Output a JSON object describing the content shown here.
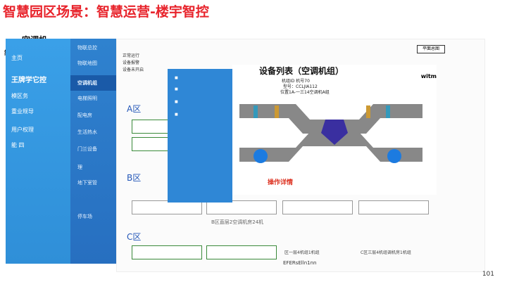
{
  "title": {
    "main": "智慧园区场景：智慧运营-楼宇智控",
    "sub1": "-空调机",
    "sub2": "组"
  },
  "left_panel": {
    "items": [
      "主页",
      "王牌学它控",
      "模区务",
      "重业规导",
      "用户权理",
      "能 四"
    ]
  },
  "nav_panel": {
    "items": [
      "物联总控",
      "物联地图",
      "空调机组",
      "电梯照明",
      "配电房",
      "生活热水",
      "门兰设备",
      "理",
      "地下室管",
      "停车场"
    ]
  },
  "legend": [
    "正常运行",
    "设备报警",
    "设备未开启"
  ],
  "zones": [
    "A区",
    "B区",
    "C区"
  ],
  "cells": {
    "b_row_text": "B区直层2空调机房24机",
    "c_row_text_1": "区一层4机组1机组",
    "c_row_text_2": "C区三层4机组调机房1机组",
    "d_row_text": "EFERsElln1nn"
  },
  "device_list": {
    "heading": "设备列表（空调机组）",
    "line1": "机组ID 机号70",
    "line2": "型号：CCLJIA112",
    "line3": "位置1A-一三14空调机A组",
    "action": "操作详情",
    "top_right": "witm"
  },
  "buttons": {
    "top_right": "平面总图"
  },
  "page_number": "101"
}
